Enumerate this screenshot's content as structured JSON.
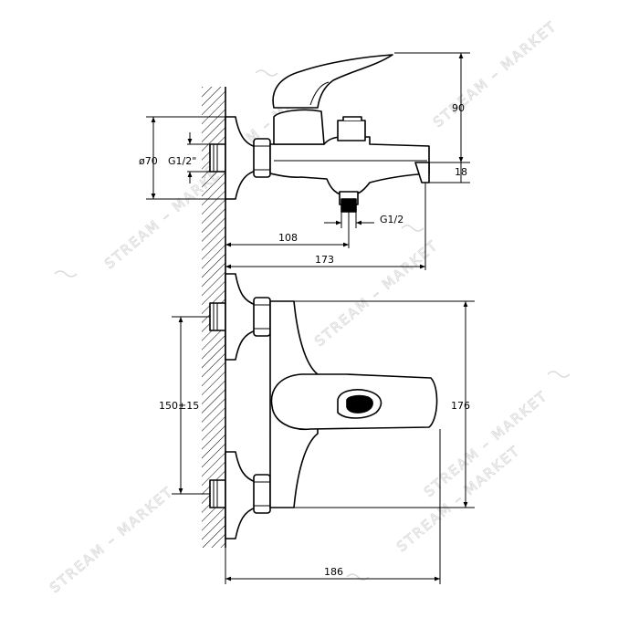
{
  "dimensions": {
    "height_top": "90",
    "spout_offset": "18",
    "flange_diameter": "ø70",
    "inlet_thread": "G1/2\"",
    "outlet_thread": "G1/2",
    "depth_to_outlet": "108",
    "depth_to_spout": "173",
    "inlet_spacing": "150±15",
    "body_height": "176",
    "overall_width": "186"
  },
  "watermark": {
    "text": "STREAM – MARKET"
  }
}
